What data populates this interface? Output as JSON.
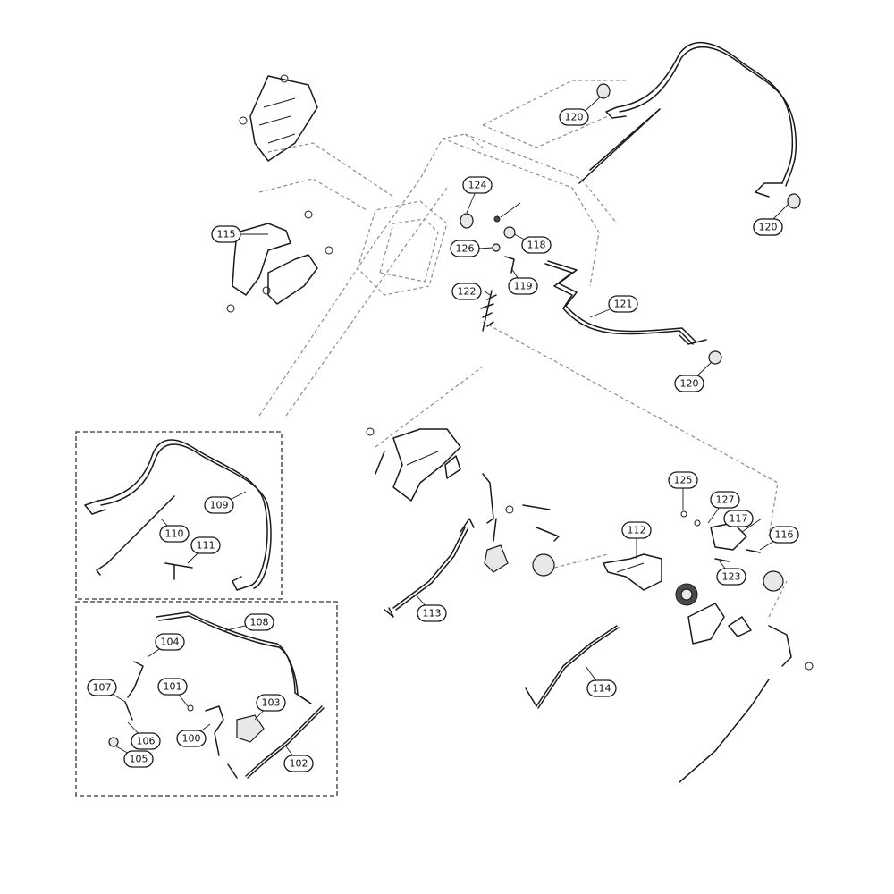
{
  "diagram": {
    "callouts": [
      "120",
      "120",
      "124",
      "126",
      "118",
      "119",
      "122",
      "121",
      "120",
      "120",
      "115",
      "125",
      "127",
      "117",
      "116",
      "112",
      "123",
      "113",
      "114",
      "109",
      "110",
      "111",
      "108",
      "104",
      "107",
      "101",
      "103",
      "106",
      "105",
      "100",
      "102"
    ]
  }
}
